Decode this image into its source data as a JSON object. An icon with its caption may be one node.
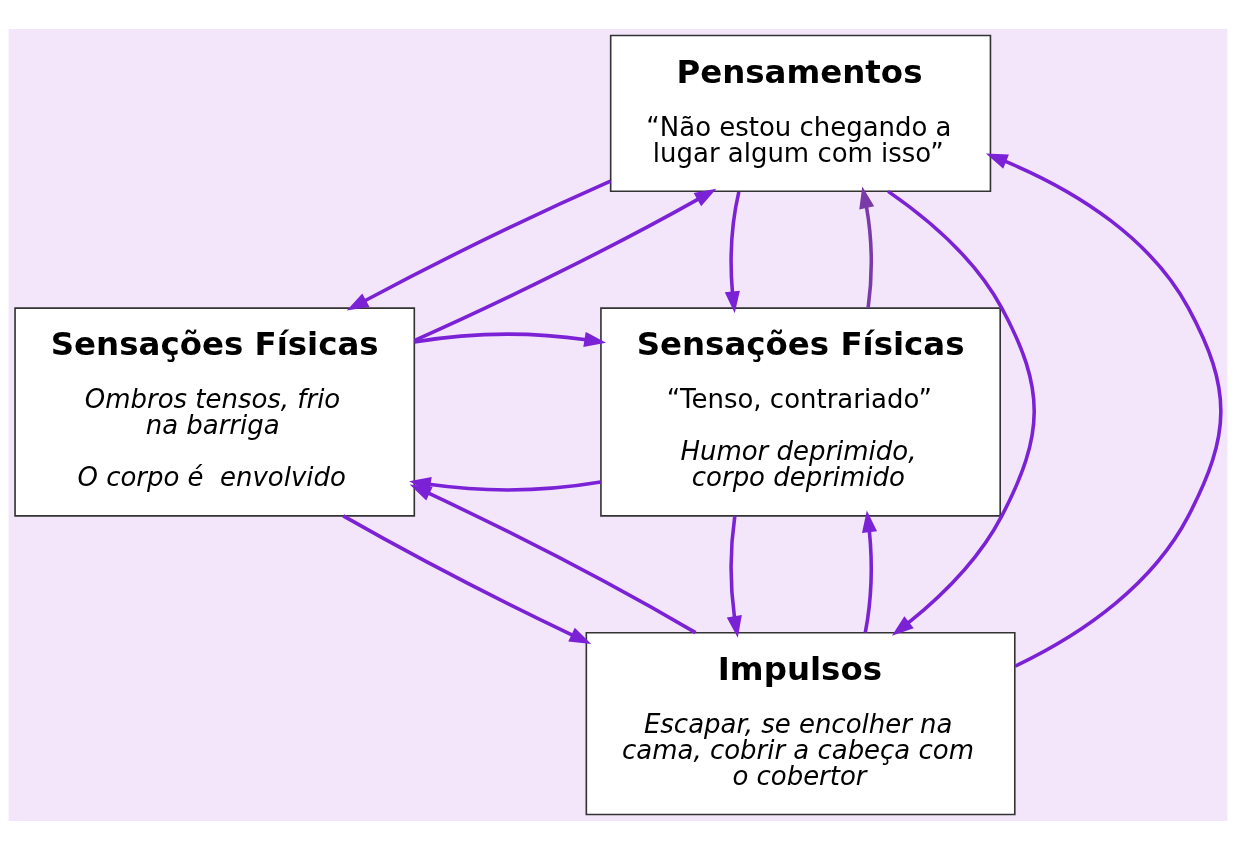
{
  "diagram": {
    "nodes": [
      {
        "text": [
          "Pensamentos",
          "“Não estou chegando a lugar algum com isso”"
        ]
      },
      {
        "text": [
          "Sensações Físicas",
          "Ombros tensos, frio na barriga",
          "O corpo é  envolvido"
        ]
      },
      {
        "text": [
          "Sensações Físicas",
          "“Tenso, contrariado”",
          "Humor deprimido, corpo deprimido"
        ]
      },
      {
        "text": [
          "Impulsos",
          "Escapar, se encolher na cama, cobrir a cabeça com o cobertor"
        ]
      }
    ],
    "edges": [
      {
        "from": 1,
        "to": 0,
        "arrow": "to"
      },
      {
        "from": 0,
        "to": 1,
        "arrow": "to"
      },
      {
        "from": 0,
        "to": 2,
        "arrow": "to"
      },
      {
        "from": 2,
        "to": 0,
        "arrow": "to",
        "color": "#7a3aa8"
      },
      {
        "from": 3,
        "to": 0,
        "arrow": "to"
      },
      {
        "from": 0,
        "to": 3,
        "arrow": "to"
      },
      {
        "from": 2,
        "to": 1,
        "arrow": "to"
      },
      {
        "from": 1,
        "to": 2,
        "arrow": "to"
      },
      {
        "from": 3,
        "to": 1,
        "arrow": "to"
      },
      {
        "from": 1,
        "to": 3,
        "arrow": "to"
      },
      {
        "from": 3,
        "to": 2,
        "arrow": "to"
      },
      {
        "from": 2,
        "to": 3,
        "arrow": "to"
      }
    ]
  }
}
